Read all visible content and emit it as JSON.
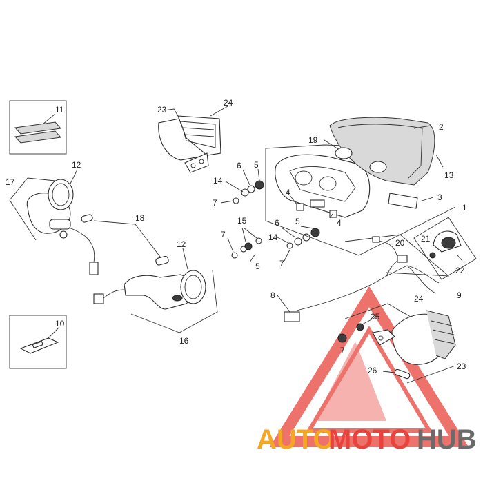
{
  "callouts": {
    "n1": "1",
    "n2": "2",
    "n3": "3",
    "n4a": "4",
    "n4b": "4",
    "n5a": "5",
    "n5b": "5",
    "n5c": "5",
    "n6a": "6",
    "n6b": "6",
    "n7a": "7",
    "n7b": "7",
    "n7c": "7",
    "n7d": "7",
    "n8": "8",
    "n9": "9",
    "n10": "10",
    "n11": "11",
    "n12a": "12",
    "n12b": "12",
    "n13": "13",
    "n14a": "14",
    "n14b": "14",
    "n15": "15",
    "n16": "16",
    "n17": "17",
    "n18": "18",
    "n19": "19",
    "n20": "20",
    "n21": "21",
    "n22": "22",
    "n23a": "23",
    "n23b": "23",
    "n24a": "24",
    "n24b": "24",
    "n25": "25",
    "n26": "26"
  },
  "watermark": {
    "auto": "AUTO",
    "moto": "MOTO",
    "hub": "HUB"
  },
  "colors": {
    "line": "#333333",
    "wm_red": "#e8433c",
    "wm_orange": "#f5a623",
    "wm_gray": "#6b6b6b"
  }
}
